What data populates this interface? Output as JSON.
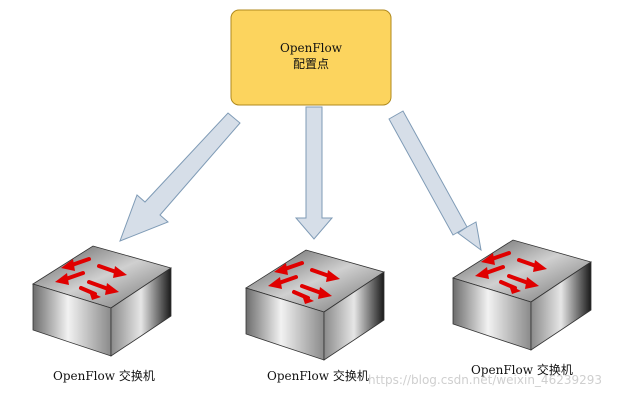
{
  "controller": {
    "line1": "OpenFlow",
    "line2": "配置点",
    "fill": "#fcd45e",
    "stroke": "#b08a1e"
  },
  "arrows": {
    "fill": "#d6dee8",
    "stroke": "#7f9bb6"
  },
  "switches": [
    {
      "label": "OpenFlow 交换机"
    },
    {
      "label": "OpenFlow 交换机"
    },
    {
      "label": "OpenFlow 交换机"
    }
  ],
  "switch_style": {
    "arrow_color": "#e00000"
  },
  "watermark": "https://blog.csdn.net/weixin_46239293"
}
